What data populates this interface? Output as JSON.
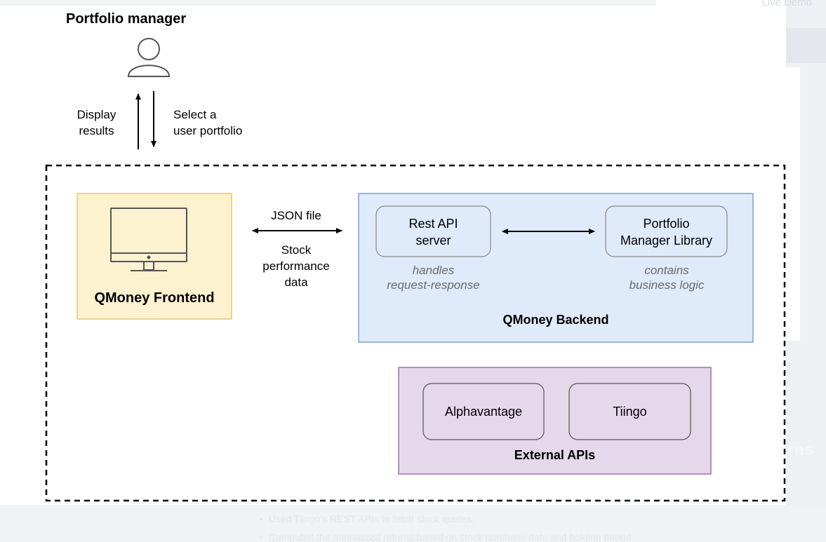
{
  "actor": {
    "title": "Portfolio manager",
    "icon": "user-icon"
  },
  "flows": {
    "up_label_line1": "Display",
    "up_label_line2": "results",
    "down_label_line1": "Select a",
    "down_label_line2": "user portfolio",
    "exchange_label_top": "JSON file",
    "exchange_label_line1": "Stock",
    "exchange_label_line2": "performance",
    "exchange_label_line3": "data"
  },
  "frontend": {
    "title": "QMoney Frontend",
    "icon": "monitor-icon",
    "fill": "#fdf2cf",
    "stroke": "#e7c86d"
  },
  "backend": {
    "title": "QMoney Backend",
    "fill": "#dfeafa",
    "stroke": "#7d9fcf",
    "rest_api": {
      "line1": "Rest API",
      "line2": "server",
      "note_line1": "handles",
      "note_line2": "request-response"
    },
    "library": {
      "line1": "Portfolio",
      "line2": "Manager Library",
      "note_line1": "contains",
      "note_line2": "business logic"
    }
  },
  "external": {
    "title": "External APIs",
    "fill": "#e5d8ea",
    "stroke": "#9c73a8",
    "providers": [
      "Alphavantage",
      "Tiingo"
    ]
  },
  "background": {
    "live_demo": "Live Demo",
    "heading_fragment": "rns",
    "bullets": [
      "Used Tiingo's REST APIs to fetch stock quotes.",
      "Computed the annualized returns based on stock purchase date and holding period."
    ]
  }
}
